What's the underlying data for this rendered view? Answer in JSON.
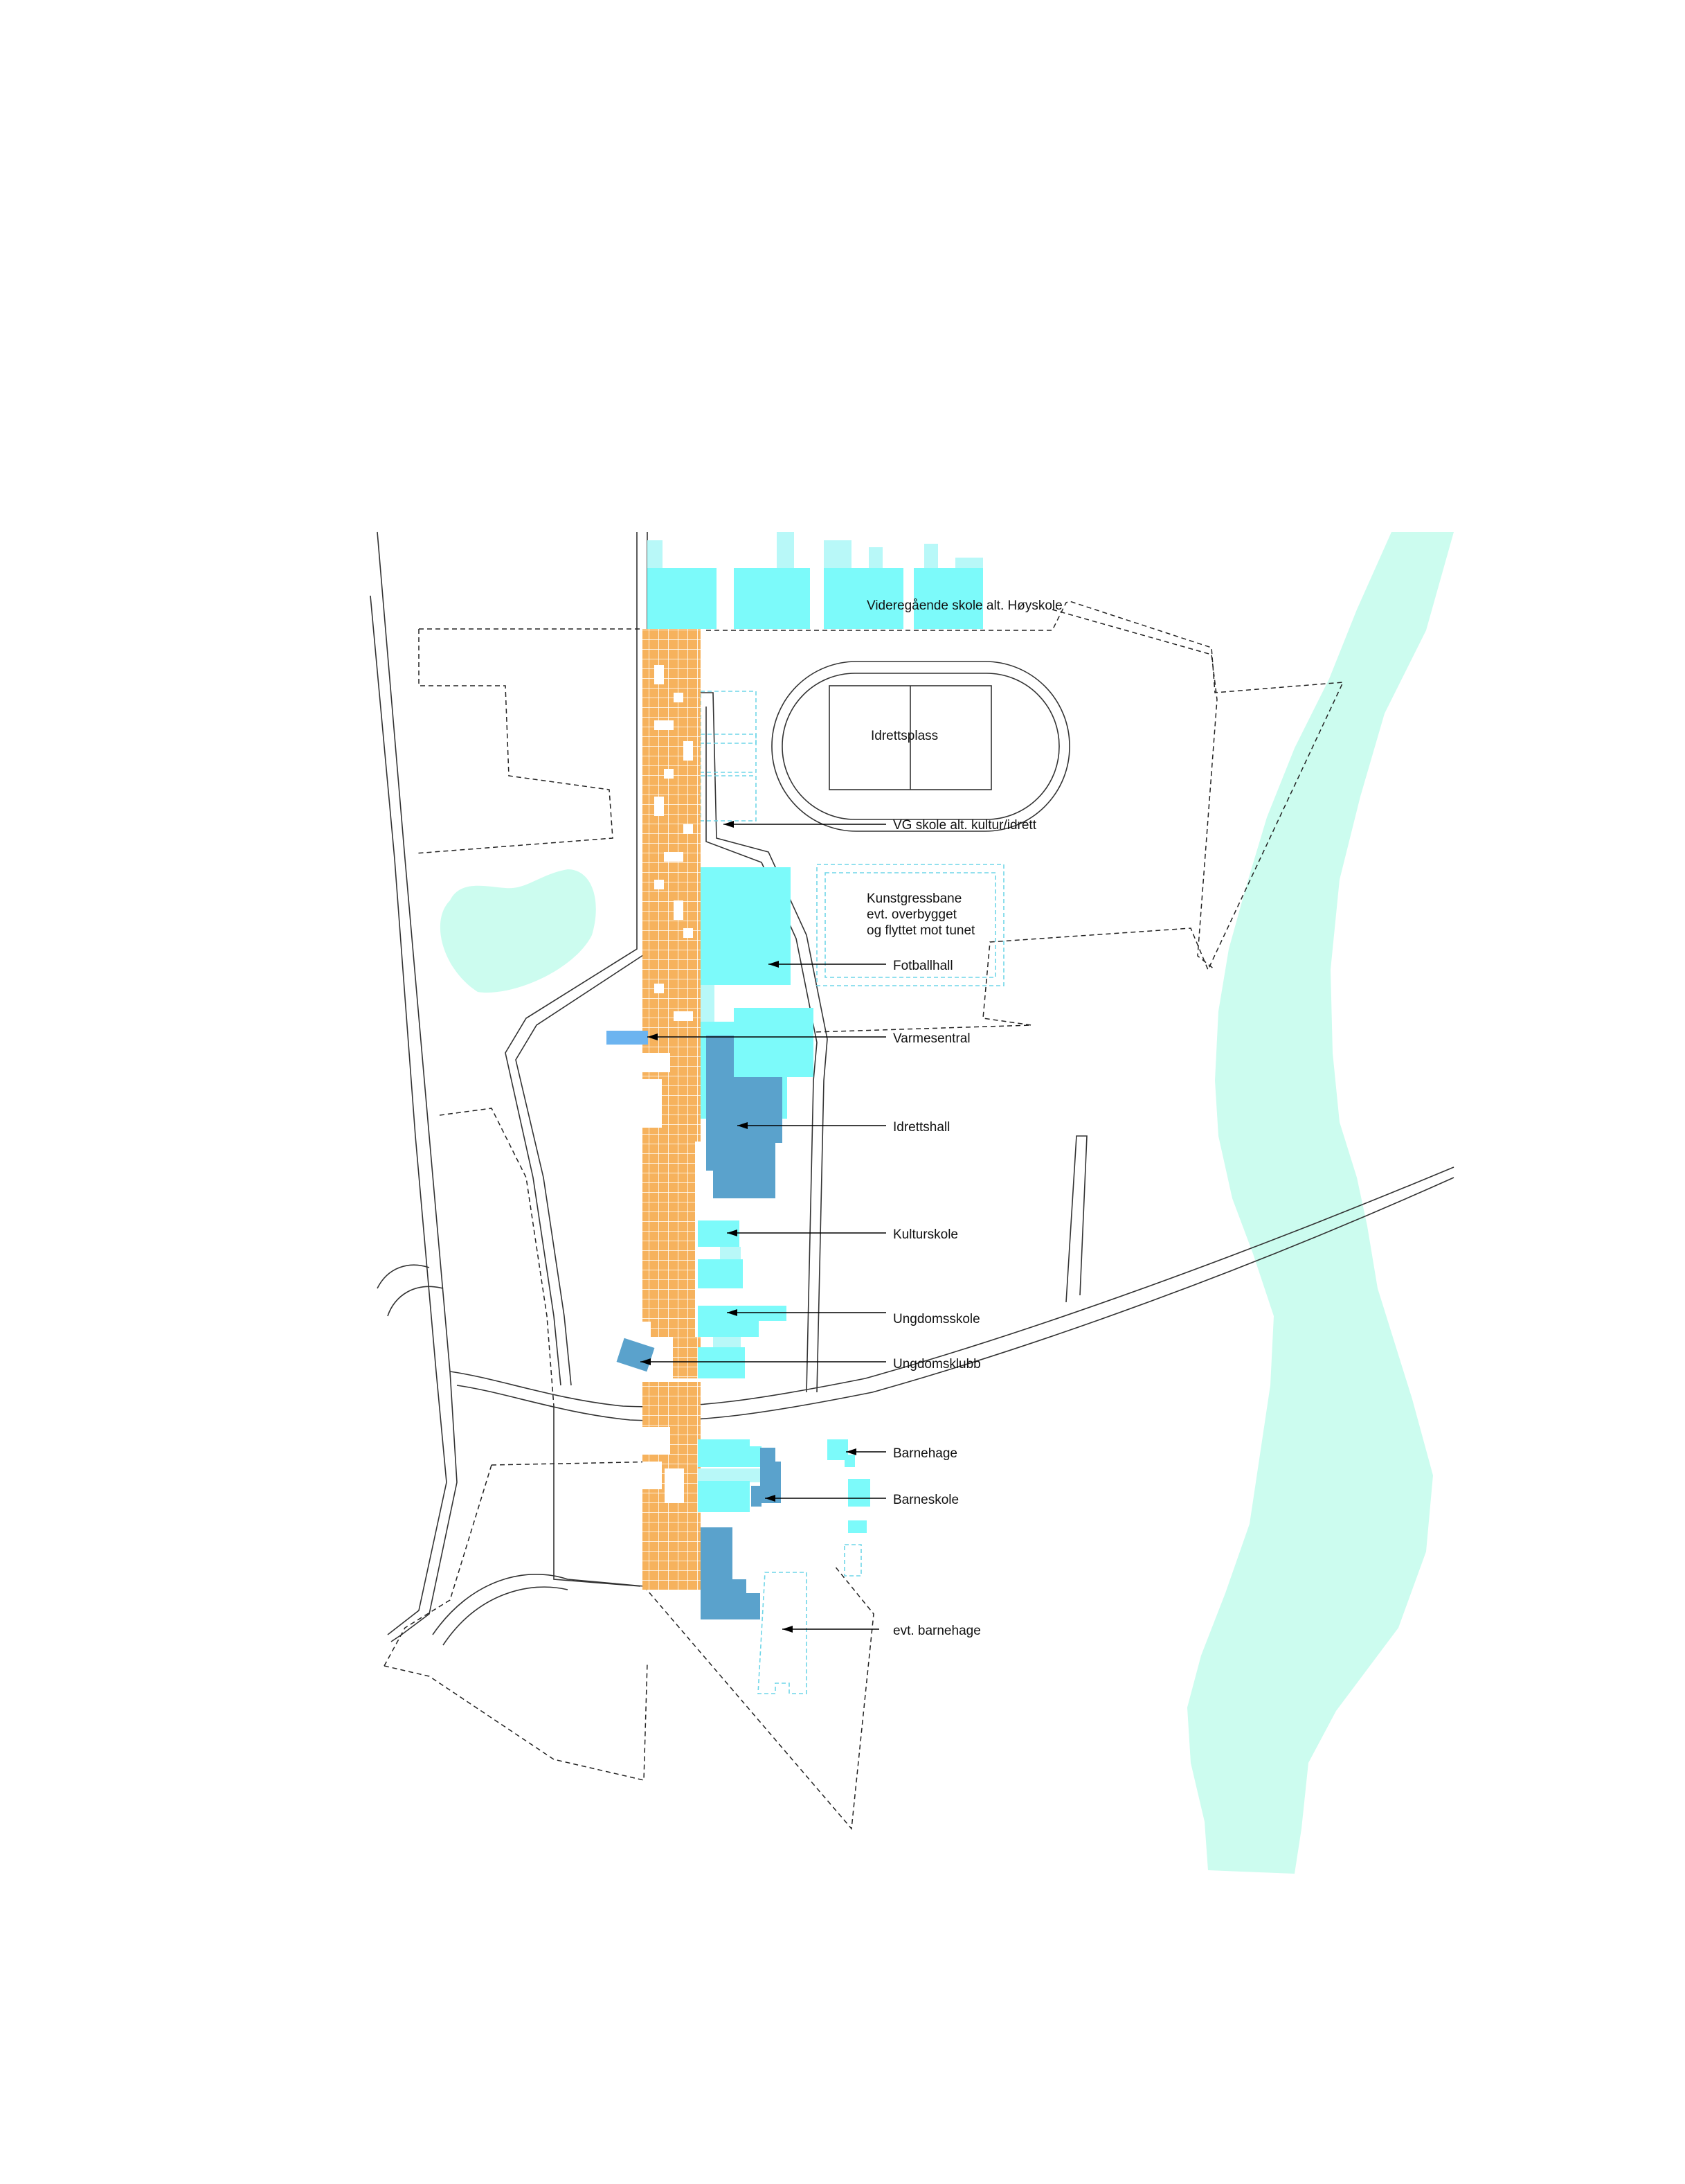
{
  "labels": {
    "videregaende": "Videregående skole alt. Høyskole",
    "idrettsplass": "Idrettsplass",
    "vg_skole": "VG skole alt. kultur/idrett",
    "kunstgress_1": "Kunstgressbane",
    "kunstgress_2": "evt. overbygget",
    "kunstgress_3": "og flyttet mot tunet",
    "fotballhall": "Fotballhall",
    "varmesentral": "Varmesentral",
    "idrettshall": "Idrettshall",
    "kulturskole": "Kulturskole",
    "ungdomsskole": "Ungdomsskole",
    "ungdomsklubb": "Ungdomsklubb",
    "barnehage": "Barnehage",
    "barneskole": "Barneskole",
    "evt_barnehage": "evt. barnehage"
  },
  "colors": {
    "river": "#ccfcef",
    "pond": "#ccfcef",
    "spine_orange": "#f6b25d",
    "new_building_cyan": "#7cfafa",
    "light_cyan": "#b8f8f8",
    "existing_building_blue": "#5aa2cc",
    "varmesentral_blue": "#6cb4f0",
    "roads": "#333333",
    "boundary_dashed": "#222222",
    "planned_dashed": "#6fd6e8"
  },
  "legend_icons": [
    "river-area",
    "pond",
    "orange-grid-spine",
    "cyan-buildings",
    "blue-buildings",
    "dashed-boundary"
  ]
}
